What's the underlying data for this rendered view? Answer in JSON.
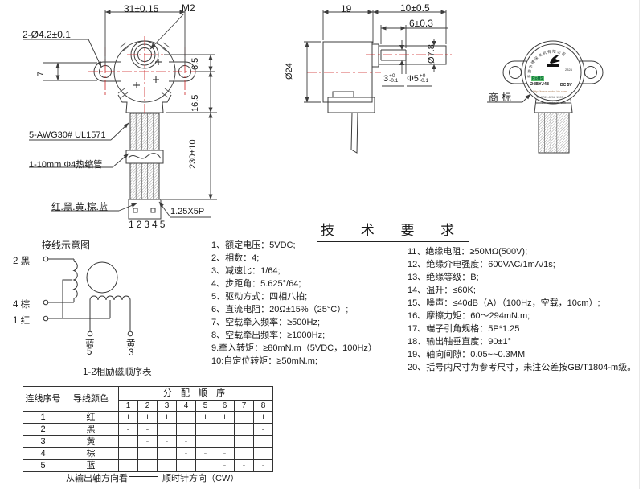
{
  "colors": {
    "centerline_red": "#cc2222",
    "line_dark": "#3c3c3c",
    "rohs_green": "#2e9e4f"
  },
  "front_view": {
    "dim_width": "31±0.15",
    "screw": "M2",
    "holes": "2-Ø4.2±0.1",
    "dim_ear": "7",
    "dim_shaft_offset": "6.5",
    "dim_body": "16.5",
    "dim_lead_length": "230±10",
    "wire_spec": "5-AWG30# UL1571",
    "sleeve_spec": "1-10mm Φ4热缩管",
    "wire_colors": "红.黑.黄.棕.蓝",
    "connector_spec": "1.25X5P",
    "pin_numbers": "12345"
  },
  "side_view": {
    "dim_body_len": "19",
    "dim_shaft_len": "10±0.5",
    "dim_flat_len": "6±0.3",
    "dim_body_dia": "Ø24",
    "dim_boss_dia": "Ø7.8",
    "dim_flat": {
      "base": "3",
      "up": "+0",
      "down": "-0.1"
    },
    "dim_shaft_dia": {
      "base": "Φ5",
      "up": "+0",
      "down": "-0.1"
    }
  },
  "label_view": {
    "pointer": "商标",
    "arc_company": "东莞市博深电机有限公司",
    "logo_code": "2324",
    "rohs": "RoHS",
    "model": "24BYJ48",
    "voltage": "DC 5V",
    "url": "http://www.motor-bh.com",
    "tel": "Tel:0769-8218 1393",
    "site": "www.motor-bh.com"
  },
  "wiring": {
    "title": "接线示意图",
    "terminal_2": "2 黑",
    "terminal_4": "4 棕",
    "terminal_1": "1 红",
    "terminal_5_color": "蓝",
    "terminal_5_num": "5",
    "terminal_3_color": "黄",
    "terminal_3_num": "3"
  },
  "tech": {
    "title": "技 术 要 求",
    "left": [
      "1、额定电压：5VDC;",
      "2、相数：4;",
      "3、减速比：1/64;",
      "4、步距角：5.625°/64;",
      "5、驱动方式：四相八拍;",
      "6、直流电阻：20Ω±15%（25°C）;",
      "7、空载牵入频率：≥500Hz;",
      "8、空载牵出频率：≥1000Hz;",
      "9.牵入转矩：≥80mN.m（5VDC，100Hz）",
      "10:自定位转矩：≥50mN.m;"
    ],
    "right": [
      "11、绝缘电阻：≥50MΩ(500V);",
      "12、绝缘介电强度：600VAC/1mA/1s;",
      "13、绝缘等级：B;",
      "14、温升：≤60K;",
      "15、噪声：≤40dB（A）（100Hz，空载，10cm）;",
      "16、摩擦力矩：60～294mN.m;",
      "17、端子引角规格：5P*1.25",
      "18、输出轴垂直度：90±1°",
      "19、轴向间隙：0.05~~0.3MM",
      "20、括号内尺寸为参考尺寸，未注公差按GB/T1804-m级。"
    ]
  },
  "sequence_table": {
    "title": "1-2相励磁顺序表",
    "header_wire_no": "连线序号",
    "header_wire_color": "导线颜色",
    "header_sequence": "分 配 顺 序",
    "steps": [
      "1",
      "2",
      "3",
      "4",
      "5",
      "6",
      "7",
      "8"
    ],
    "rows": [
      {
        "no": "1",
        "color": "红",
        "cells": [
          "+",
          "+",
          "+",
          "+",
          "+",
          "+",
          "+",
          "+"
        ]
      },
      {
        "no": "2",
        "color": "黑",
        "cells": [
          "-",
          "-",
          "",
          "",
          "",
          "",
          "",
          "-"
        ]
      },
      {
        "no": "3",
        "color": "黄",
        "cells": [
          "",
          "-",
          "-",
          "-",
          "",
          "",
          "",
          ""
        ]
      },
      {
        "no": "4",
        "color": "棕",
        "cells": [
          "",
          "",
          "",
          "-",
          "-",
          "-",
          "",
          ""
        ]
      },
      {
        "no": "5",
        "color": "蓝",
        "cells": [
          "",
          "",
          "",
          "",
          "",
          "-",
          "-",
          "-"
        ]
      }
    ],
    "note_view": "从输出轴方向看",
    "note_dir": "顺时针方向（CW）"
  }
}
